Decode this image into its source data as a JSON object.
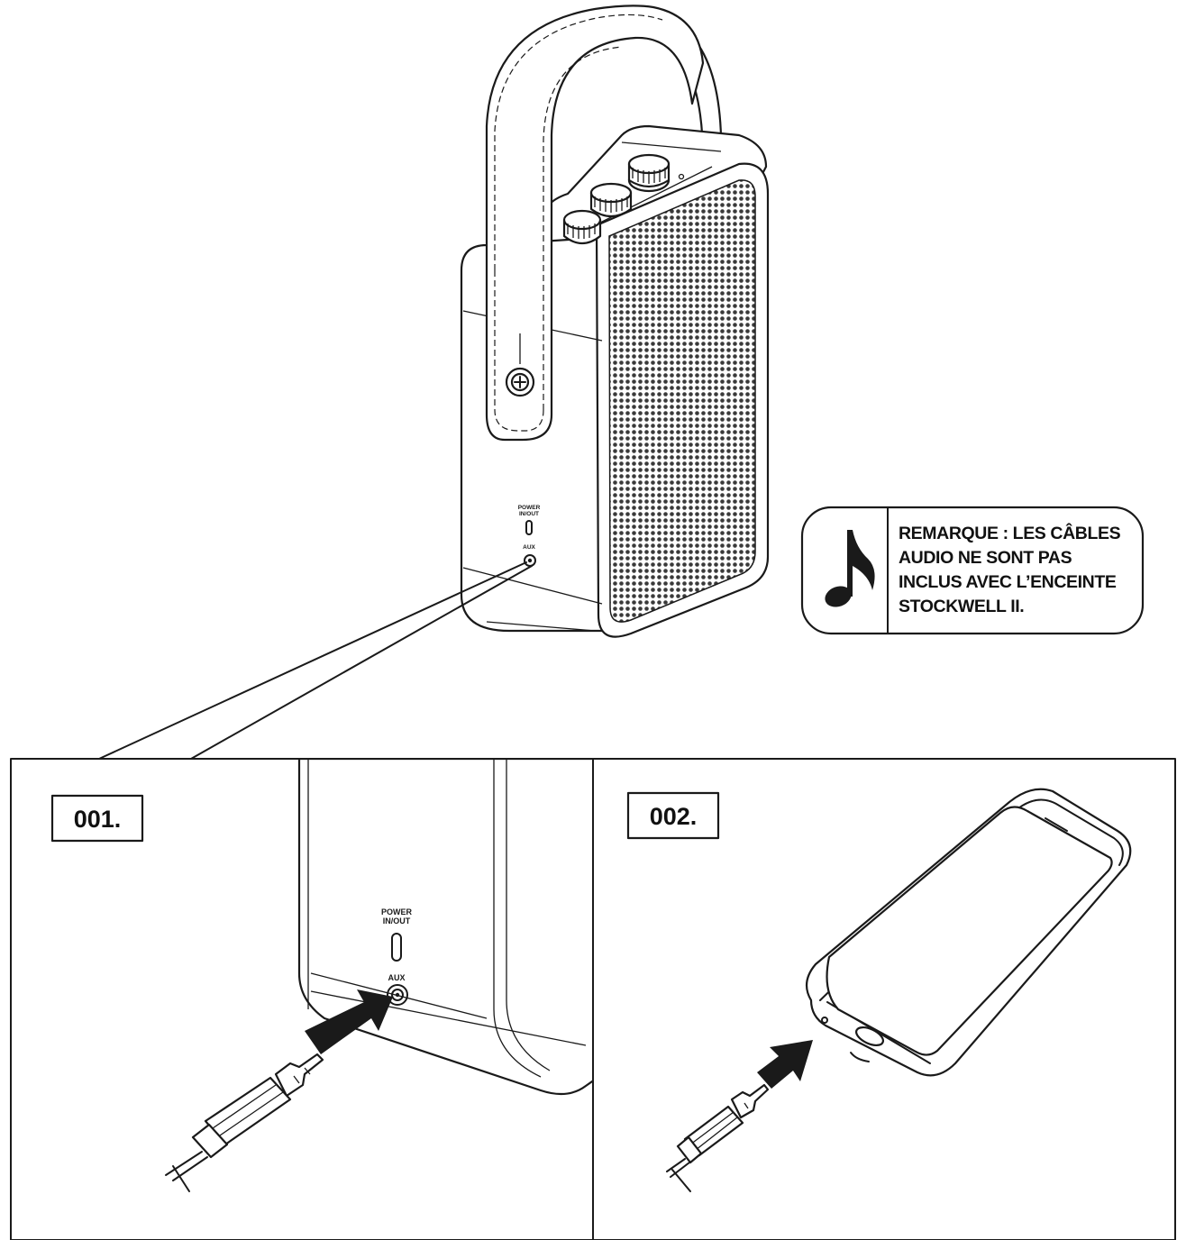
{
  "speaker_labels": {
    "power_line1": "POWER",
    "power_line2": "IN/OUT",
    "aux": "AUX"
  },
  "note": {
    "icon": "music-note-icon",
    "lines": [
      "REMARQUE : LES CÂBLES",
      "AUDIO NE SONT PAS",
      "INCLUS AVEC L’ENCEINTE",
      "STOCKWELL II."
    ]
  },
  "steps": [
    {
      "label": "001."
    },
    {
      "label": "002."
    }
  ]
}
